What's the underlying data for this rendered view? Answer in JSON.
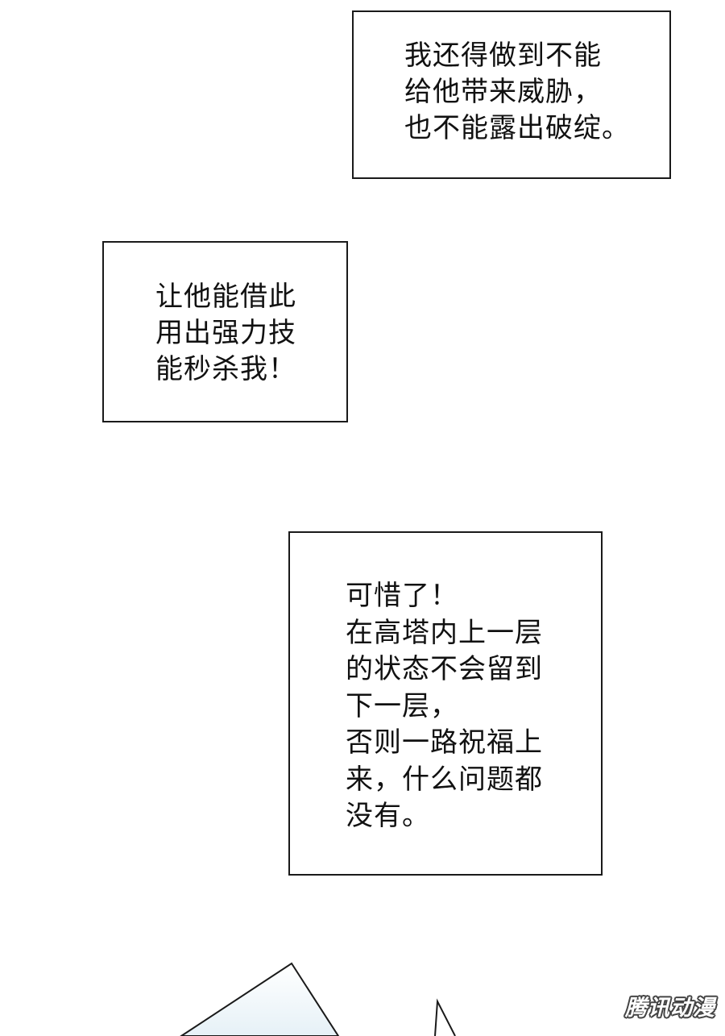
{
  "captions": [
    {
      "text": "我还得做到不能\n给他带来威胁，\n也不能露出破绽。"
    },
    {
      "text": "让他能借此\n用出强力技\n能秒杀我！"
    },
    {
      "text": "可惜了！\n在高塔内上一层\n的状态不会留到\n下一层，\n否则一路祝福上\n来，什么问题都\n没有。"
    }
  ],
  "watermark": "腾讯动漫",
  "colors": {
    "background": "#ffffff",
    "border": "#1a1a1a",
    "text": "#111111",
    "art_tint": "#eaf3f8"
  }
}
